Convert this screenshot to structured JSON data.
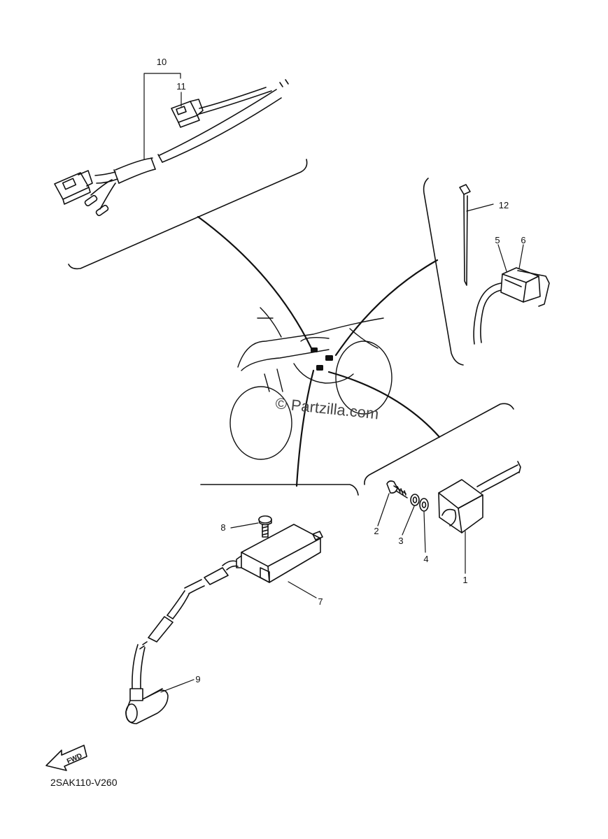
{
  "diagram": {
    "callouts": [
      {
        "id": "1",
        "label": "1"
      },
      {
        "id": "2",
        "label": "2"
      },
      {
        "id": "3",
        "label": "3"
      },
      {
        "id": "4",
        "label": "4"
      },
      {
        "id": "5",
        "label": "5"
      },
      {
        "id": "6",
        "label": "6"
      },
      {
        "id": "7",
        "label": "7"
      },
      {
        "id": "8",
        "label": "8"
      },
      {
        "id": "9",
        "label": "9"
      },
      {
        "id": "10",
        "label": "10"
      },
      {
        "id": "11",
        "label": "11"
      },
      {
        "id": "12",
        "label": "12"
      }
    ],
    "watermark": "© Partzilla.com",
    "direction_arrow": "FWD",
    "diagram_code": "2SAK110-V260"
  }
}
